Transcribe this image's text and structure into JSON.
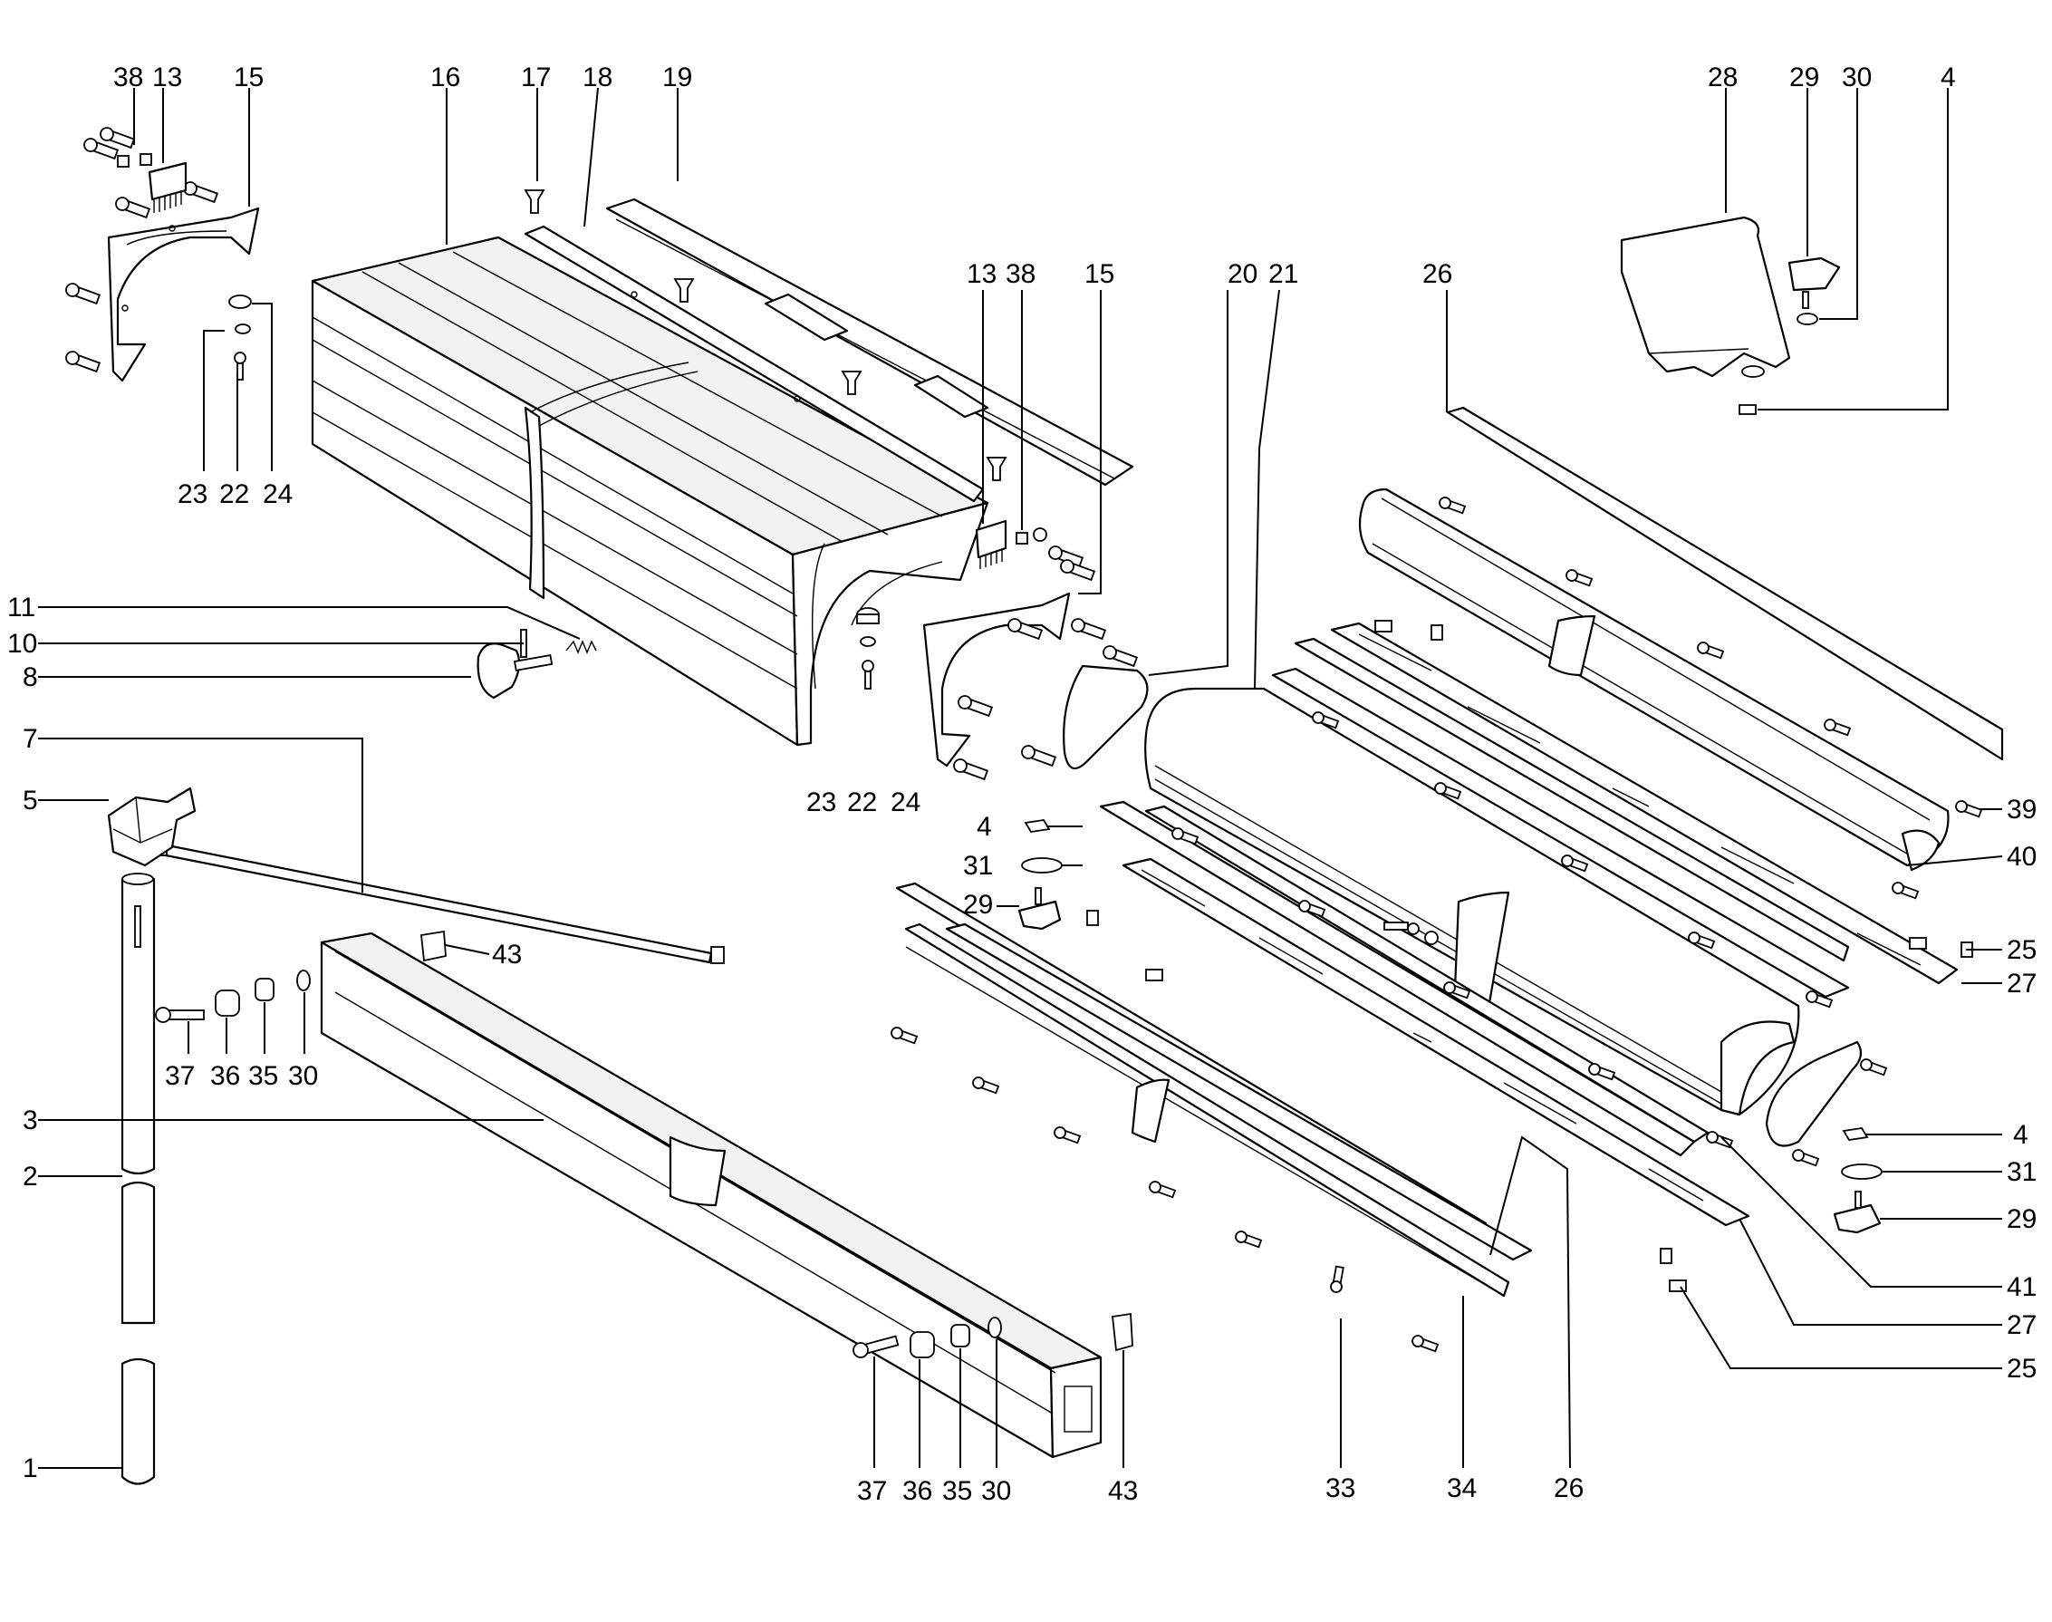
{
  "diagram": {
    "labels": {
      "l38a": "38",
      "l13a": "13",
      "l15a": "15",
      "l16": "16",
      "l17": "17",
      "l18": "18",
      "l19": "19",
      "l23a": "23",
      "l22a": "22",
      "l24a": "24",
      "l13b": "13",
      "l38b": "38",
      "l15b": "15",
      "l20": "20",
      "l21": "21",
      "l26a": "26",
      "l28": "28",
      "l29a": "29",
      "l30a": "30",
      "l4a": "4",
      "l11": "11",
      "l10": "10",
      "l8": "8",
      "l7": "7",
      "l5": "5",
      "l23b": "23",
      "l22b": "22",
      "l24b": "24",
      "l4b": "4",
      "l31a": "31",
      "l29b": "29",
      "l43a": "43",
      "l37a": "37",
      "l36a": "36",
      "l35a": "35",
      "l30b": "30",
      "l3": "3",
      "l2": "2",
      "l1": "1",
      "l37b": "37",
      "l36b": "36",
      "l35b": "35",
      "l30c": "30",
      "l43b": "43",
      "l33": "33",
      "l34": "34",
      "l26b": "26",
      "l39": "39",
      "l40": "40",
      "l25a": "25",
      "l27a": "27",
      "l4c": "4",
      "l31b": "31",
      "l29c": "29",
      "l41": "41",
      "l27b": "27",
      "l25b": "25"
    }
  }
}
